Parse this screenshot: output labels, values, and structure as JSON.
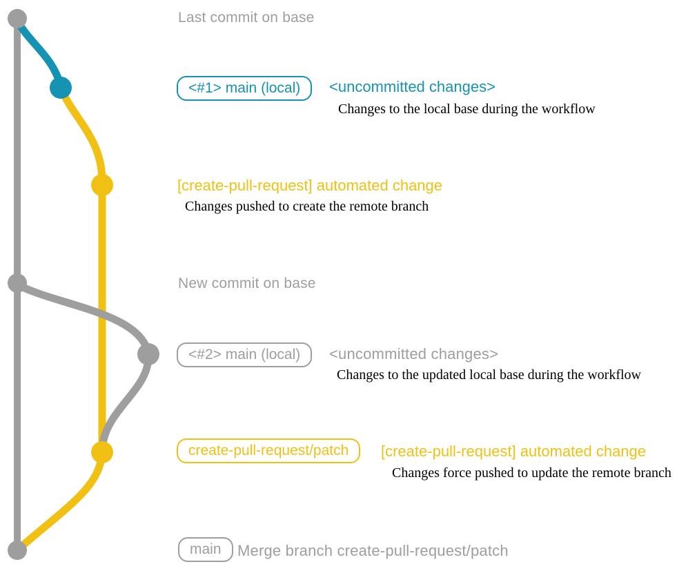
{
  "colors": {
    "teal": "#1692b2",
    "yellow": "#f0c114",
    "gray": "#9e9e9e",
    "ink": "#000000",
    "bg": "#ffffff"
  },
  "graph": {
    "branches": [
      "base",
      "main (local)",
      "create-pull-request/patch"
    ],
    "commit_count": 7
  },
  "labels": {
    "last_commit_on_base": "Last commit on base",
    "new_commit_on_base": "New commit on base"
  },
  "rows": {
    "local1": {
      "badge": "<#1> main (local)",
      "status": "<uncommitted changes>",
      "note": "Changes to the local base during the workflow"
    },
    "push1": {
      "message": "[create-pull-request] automated change",
      "note": "Changes pushed to create the remote branch"
    },
    "local2": {
      "badge": "<#2> main (local)",
      "status": "<uncommitted changes>",
      "note": "Changes to the updated local base during the workflow"
    },
    "push2": {
      "badge": "create-pull-request/patch",
      "message": "[create-pull-request] automated change",
      "note": "Changes force pushed to update the remote branch"
    },
    "merge": {
      "badge": "main",
      "message": "Merge branch create-pull-request/patch"
    }
  }
}
